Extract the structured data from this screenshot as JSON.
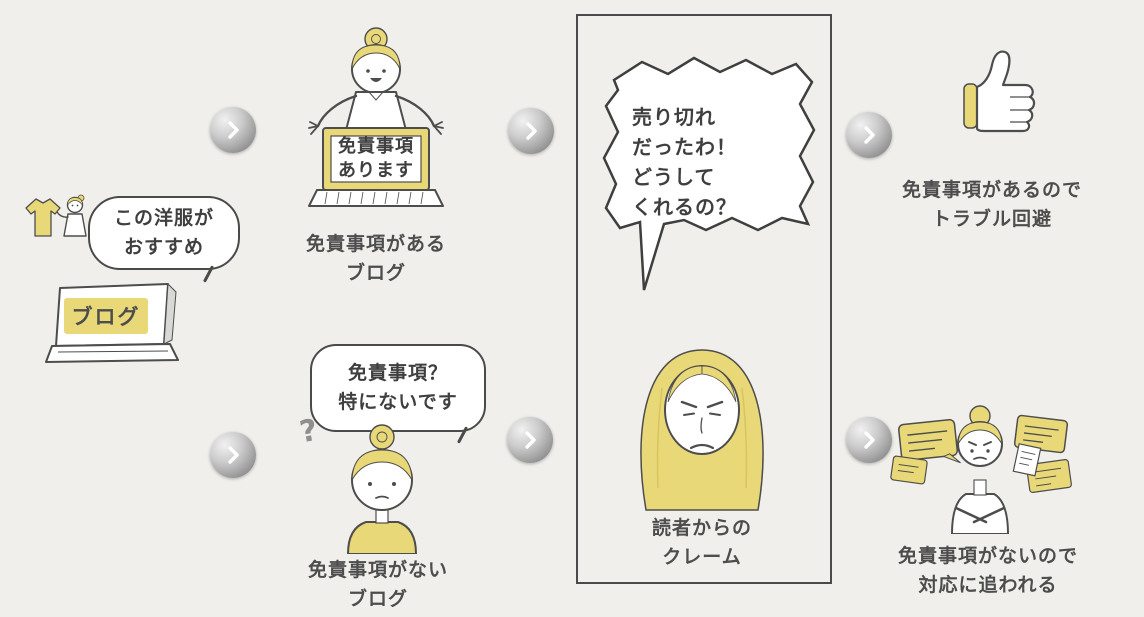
{
  "theme": {
    "bg": "#f0efec",
    "accent": "#e9d878",
    "ink": "#4d4d4d",
    "box_border": "#4a4a4a",
    "arrow_gray": "#9b9b9b"
  },
  "start": {
    "bubble": "この洋服が\nおすすめ",
    "laptop_label": "ブログ"
  },
  "with_disclaimer": {
    "screen_text": "免責事項\nあります",
    "caption": "免責事項がある\nブログ",
    "outcome": "免責事項があるので\nトラブル回避"
  },
  "without_disclaimer": {
    "question_mark": "?",
    "bubble": "免責事項？\n特にないです",
    "caption": "免責事項がない\nブログ",
    "outcome": "免責事項がないので\n対応に追われる"
  },
  "complaint": {
    "bubble": "売り切れ\nだったわ！\nどうして\nくれるの？",
    "caption": "読者からの\nクレーム"
  }
}
